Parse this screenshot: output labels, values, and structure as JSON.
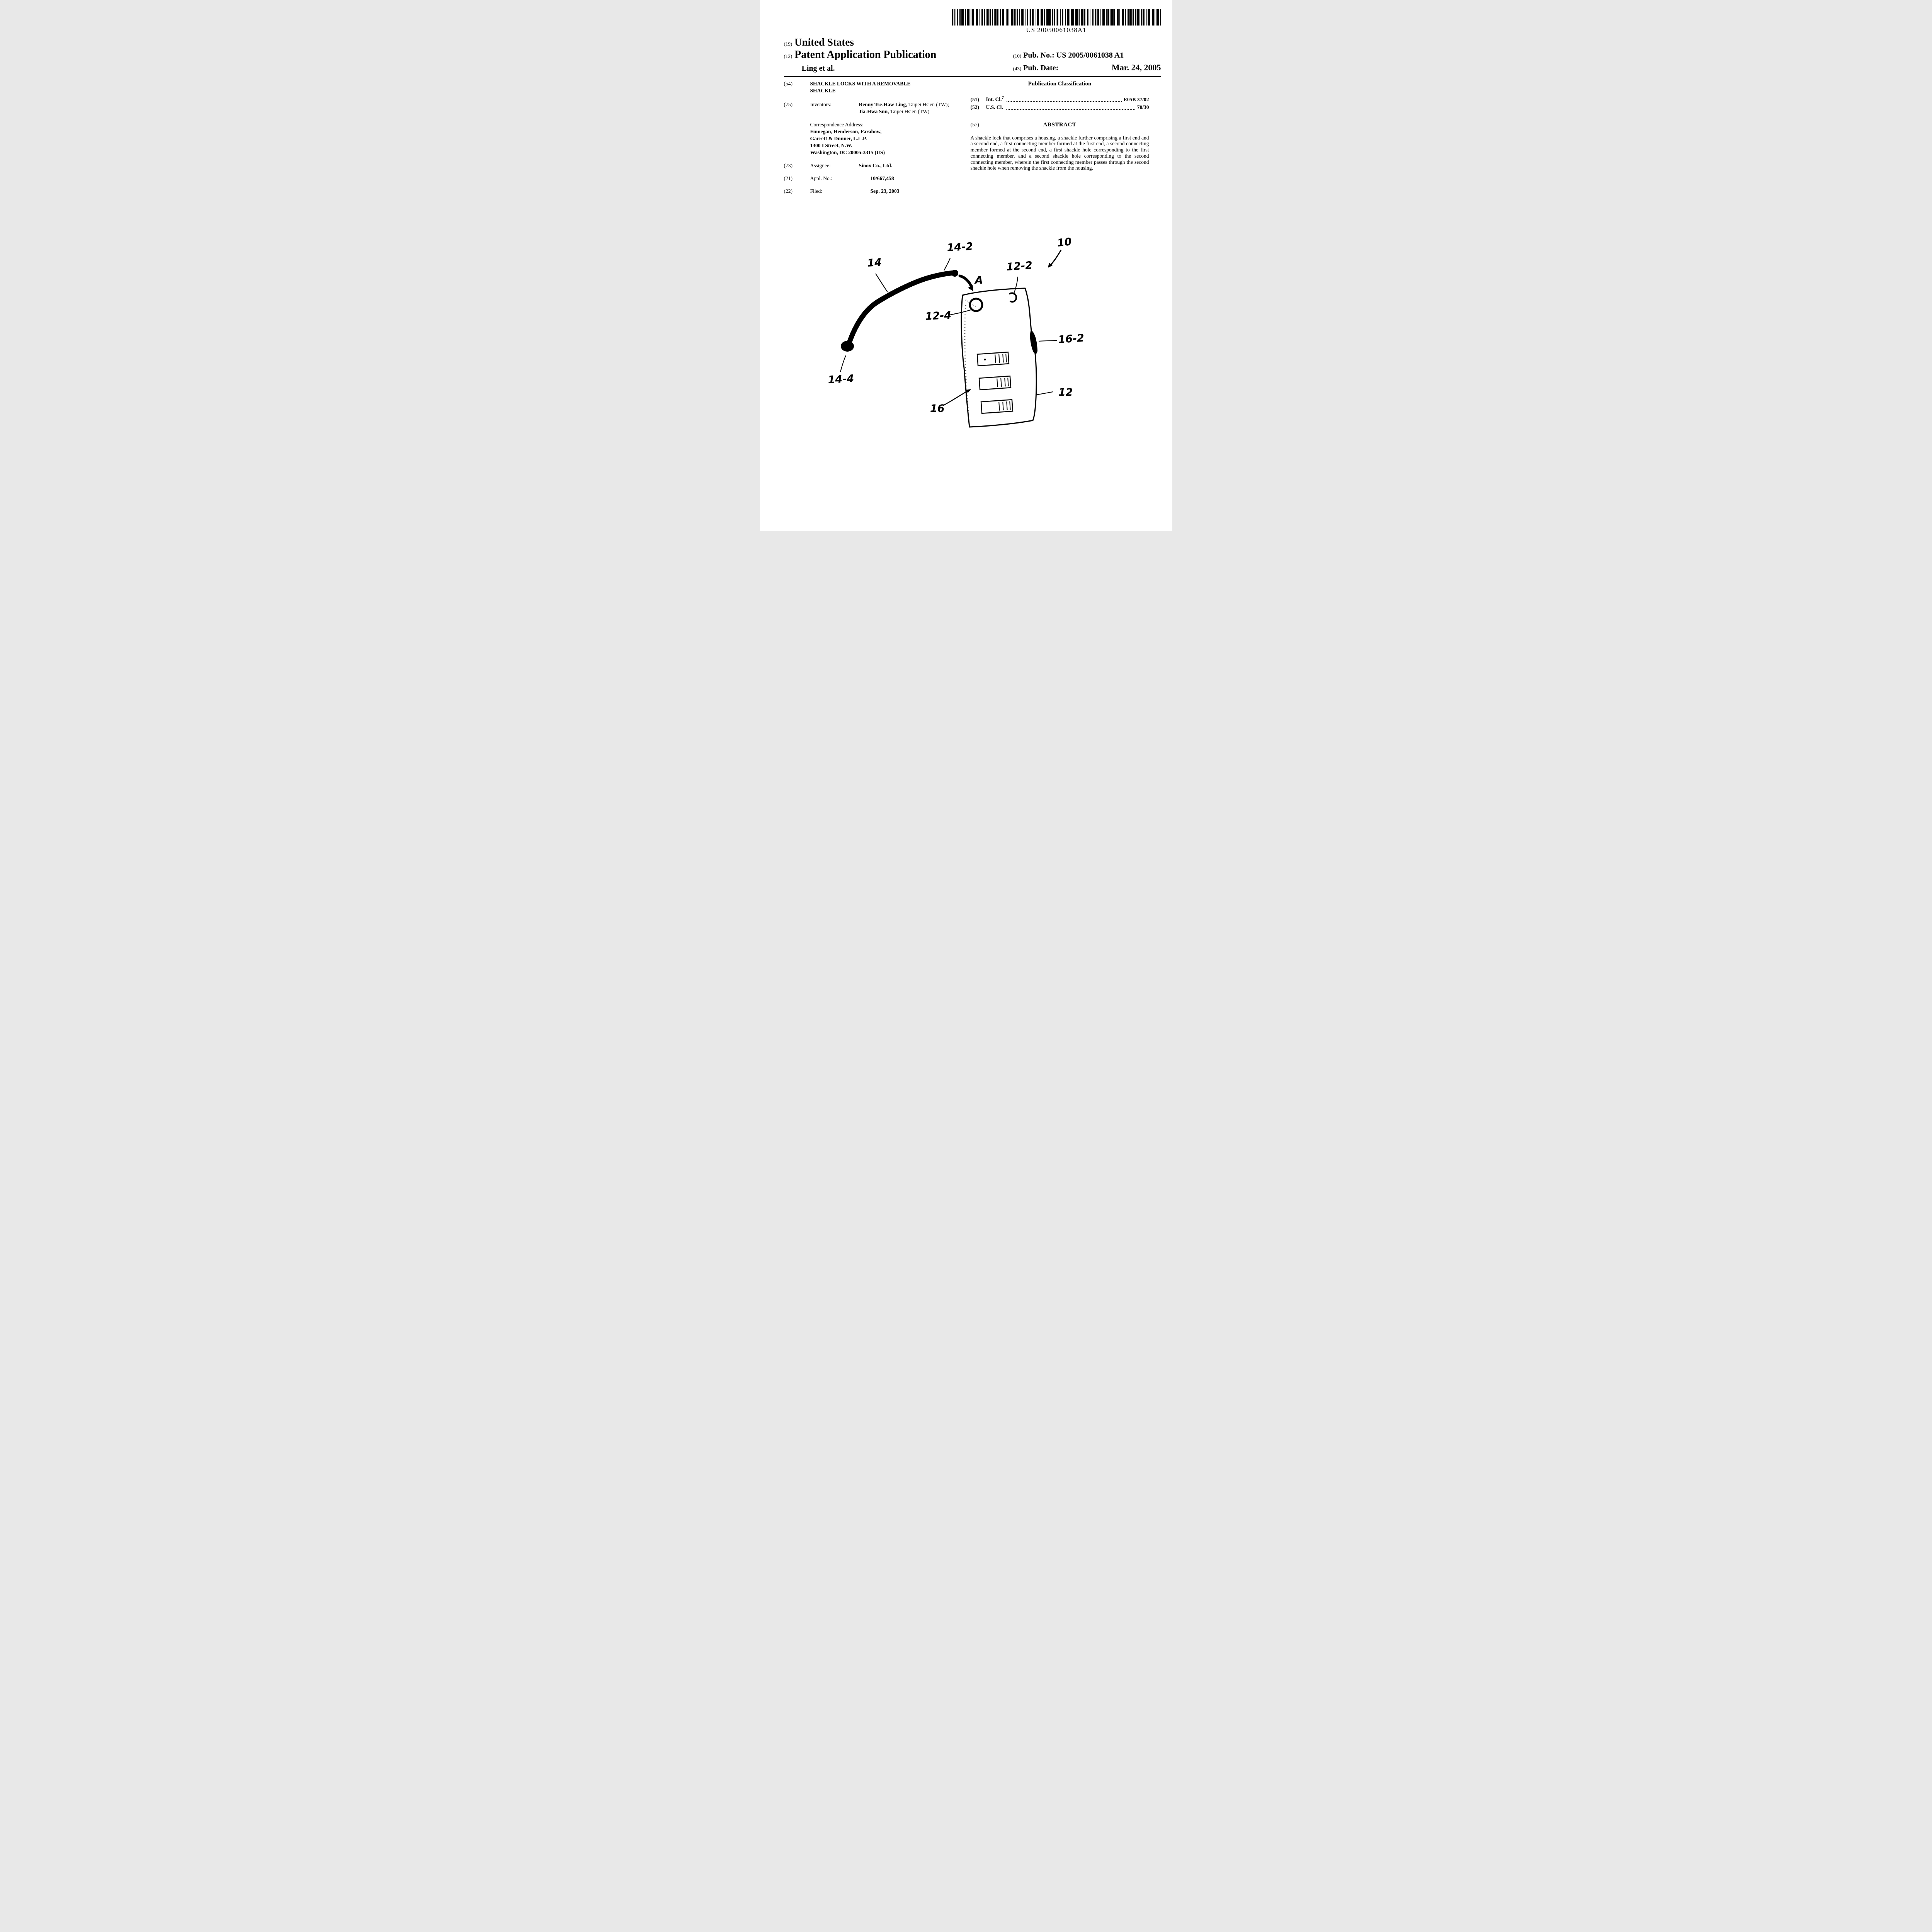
{
  "doc": {
    "barcode_text": "US 20050061038A1",
    "colors": {
      "ink": "#000000",
      "paper": "#ffffff"
    },
    "header": {
      "num_19": "(19)",
      "country": "United States",
      "num_12": "(12)",
      "kind": "Patent Application Publication",
      "authors": "Ling et al.",
      "num_10": "(10)",
      "pub_no_label": "Pub. No.:",
      "pub_no_value": "US 2005/0061038 A1",
      "num_43": "(43)",
      "pub_date_label": "Pub. Date:",
      "pub_date_value": "Mar. 24, 2005"
    },
    "biblio": {
      "title_num": "(54)",
      "title": "SHACKLE LOCKS WITH A REMOVABLE SHACKLE",
      "inventors_num": "(75)",
      "inventors_label": "Inventors:",
      "inventor_1_name": "Renny Tse-Haw Ling,",
      "inventor_1_rest": " Taipei Hsien (TW); ",
      "inventor_2_name": "Jia-Hwa Sun,",
      "inventor_2_rest": " Taipei Hsien (TW)",
      "correspondence_label": "Correspondence Address:",
      "correspondence_lines": [
        "Finnegan, Henderson, Farabow,",
        "Garrett & Dunner, L.L.P.",
        "1300 I Street, N.W.",
        "Washington, DC 20005-3315 (US)"
      ],
      "assignee_num": "(73)",
      "assignee_label": "Assignee:",
      "assignee_value": "Sinox Co., Ltd.",
      "appl_num": "(21)",
      "appl_label": "Appl. No.:",
      "appl_value": "10/667,458",
      "filed_num": "(22)",
      "filed_label": "Filed:",
      "filed_value": "Sep. 23, 2003"
    },
    "classification": {
      "heading": "Publication Classification",
      "intcl_num": "(51)",
      "intcl_label": "Int. Cl.",
      "intcl_sup": "7",
      "intcl_value": "E05B 37/02",
      "uscl_num": "(52)",
      "uscl_label": "U.S. Cl.",
      "uscl_value": "70/30"
    },
    "abstract": {
      "num": "(57)",
      "heading": "ABSTRACT",
      "text": "A shackle lock that comprises a housing, a shackle further comprising a first end and a second end, a first connecting member formed at the first end, a second connecting member formed at the second end, a first shackle hole corresponding to the first connecting member, and a second shackle hole corresponding to the second connecting member, wherein the first connecting member passes through the second shackle hole when removing the shackle from the housing."
    },
    "figure": {
      "labels": {
        "ref10": "10",
        "ref14": "14",
        "ref14_2": "14-2",
        "ref14_4": "14-4",
        "ref12_2": "12-2",
        "ref12_4": "12-4",
        "ref16_2": "16-2",
        "ref16": "16",
        "ref12": "12",
        "refA": "A"
      }
    }
  }
}
